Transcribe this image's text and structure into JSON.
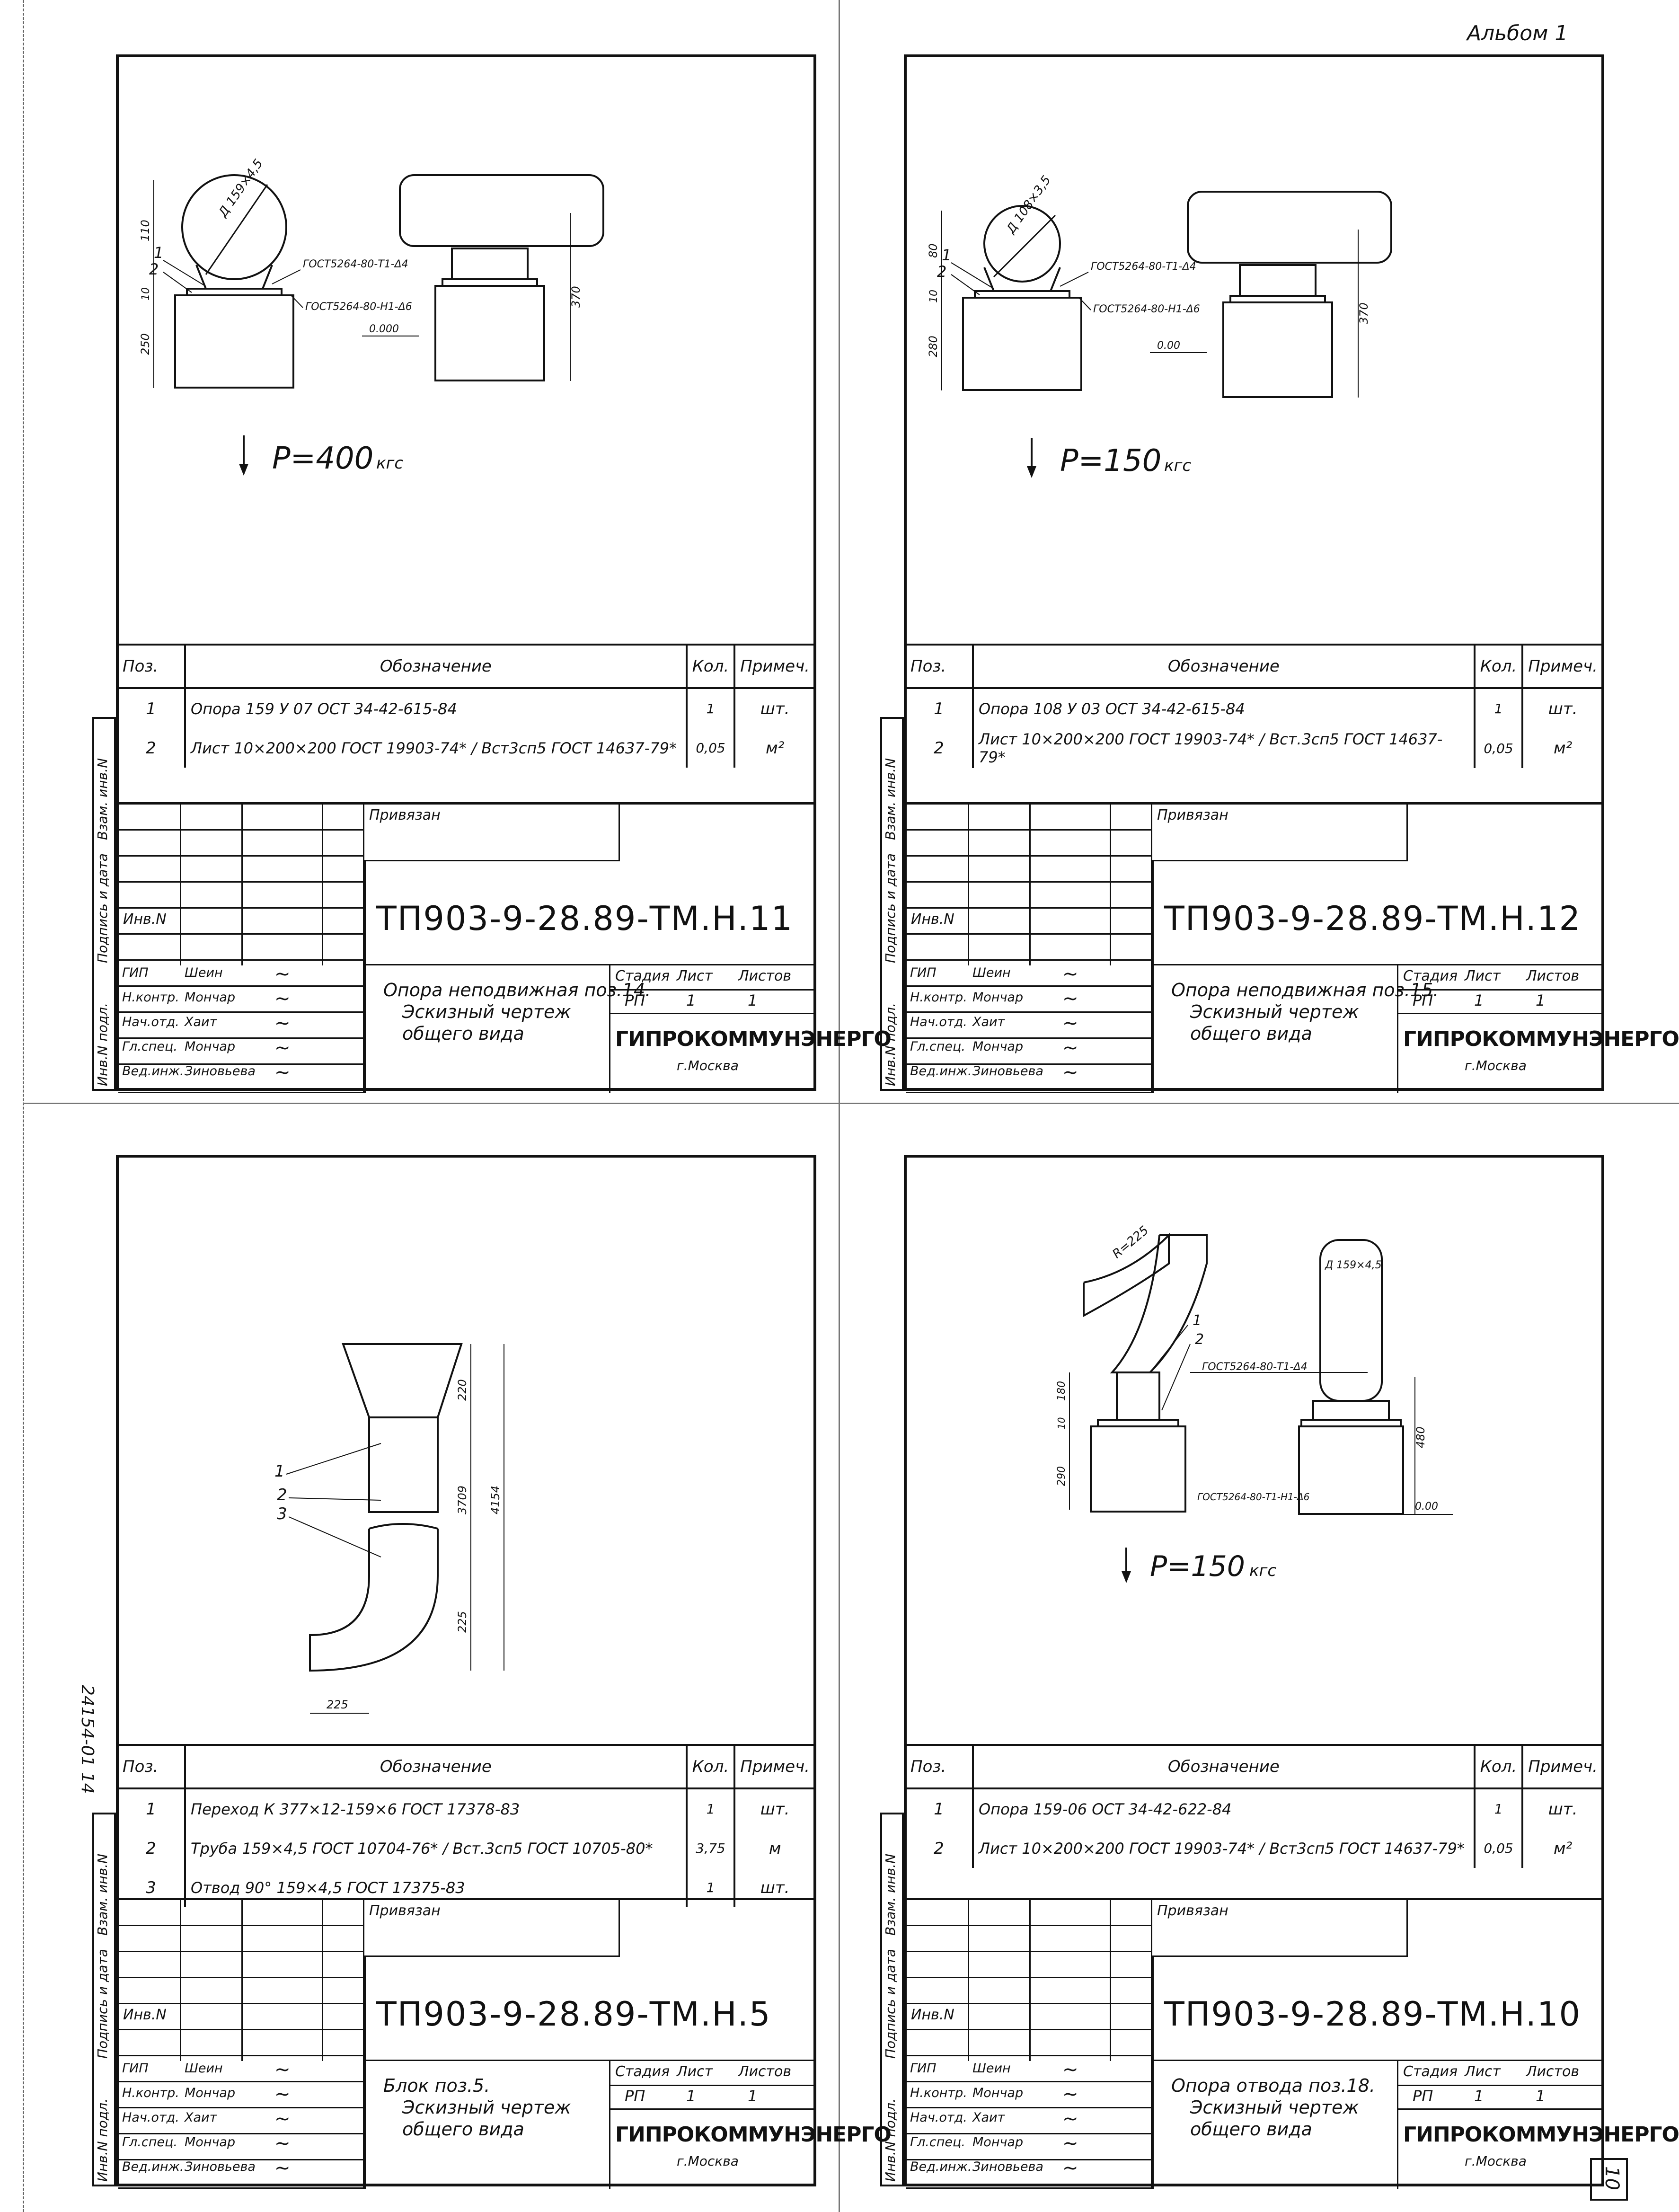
{
  "album_label": "Альбом 1",
  "page_number": "10",
  "archive_number": "24154-01  14",
  "common": {
    "pos_header": "Поз.",
    "designation_header": "Обозначение",
    "qty_header": "Кол.",
    "note_header": "Примеч.",
    "privyazan": "Привязан",
    "inv_no": "Инв.N",
    "stage_header": "Стадия",
    "sheet_header": "Лист",
    "sheets_header": "Листов",
    "stage": "РП",
    "sheet": "1",
    "sheets": "1",
    "org": "ГИПРОКОММУНЭНЕРГО",
    "city": "г.Москва",
    "side_labels": [
      "Инв.N подл.",
      "Подпись и дата",
      "Взам. инв.N"
    ],
    "roles": [
      "ГИП",
      "Н.контр.",
      "Нач.отд.",
      "Гл.спец.",
      "Вед.инж."
    ],
    "names": [
      "Шеин",
      "Мончар",
      "Хаит",
      "Мончар",
      "Зиновьева"
    ]
  },
  "sheets": [
    {
      "load": "P=400",
      "load_unit": "кгс",
      "pipe_label": "Д 159×4,5",
      "weld1": "ГОСТ5264-80-Т1-Δ4",
      "weld2": "ГОСТ5264-80-Н1-Δ6",
      "dims": [
        "110",
        "10",
        "250",
        "370",
        "0.000"
      ],
      "rows": [
        {
          "pos": "1",
          "designation": "Опора  159 У 07   ОСТ 34-42-615-84",
          "qty": "1",
          "note": "шт."
        },
        {
          "pos": "2",
          "designation": "Лист  10×200×200 ГОСТ 19903-74* / Вст3сп5 ГОСТ 14637-79*",
          "qty": "0,05",
          "note": "м²"
        }
      ],
      "code": "ТП903-9-28.89-ТМ.Н.11",
      "title_lines": [
        "Опора неподвижная поз.14.",
        "Эскизный чертеж",
        "общего вида"
      ]
    },
    {
      "load": "P=150",
      "load_unit": "кгс",
      "pipe_label": "Д 108×3,5",
      "weld1": "ГОСТ5264-80-Т1-Δ4",
      "weld2": "ГОСТ5264-80-Н1-Δ6",
      "dims": [
        "80",
        "10",
        "280",
        "370",
        "0.00"
      ],
      "rows": [
        {
          "pos": "1",
          "designation": "Опора  108 У 03  ОСТ 34-42-615-84",
          "qty": "1",
          "note": "шт."
        },
        {
          "pos": "2",
          "designation": "Лист  10×200×200 ГОСТ 19903-74* / Вст.3сп5 ГОСТ 14637-79*",
          "qty": "0,05",
          "note": "м²"
        }
      ],
      "code": "ТП903-9-28.89-ТМ.Н.12",
      "title_lines": [
        "Опора неподвижная поз.15.",
        "Эскизный чертеж",
        "общего вида"
      ]
    },
    {
      "dims": [
        "220",
        "3709",
        "4154",
        "225",
        "225"
      ],
      "rows": [
        {
          "pos": "1",
          "designation": "Переход  К 377×12-159×6  ГОСТ 17378-83",
          "qty": "1",
          "note": "шт."
        },
        {
          "pos": "2",
          "designation": "Труба  159×4,5 ГОСТ 10704-76* / Вст.3сп5 ГОСТ 10705-80*",
          "qty": "3,75",
          "note": "м"
        },
        {
          "pos": "3",
          "designation": "Отвод 90°  159×4,5  ГОСТ 17375-83",
          "qty": "1",
          "note": "шт."
        }
      ],
      "code": "ТП903-9-28.89-ТМ.Н.5",
      "title_lines": [
        "Блок поз.5.",
        "Эскизный чертеж",
        "общего вида"
      ]
    },
    {
      "load": "P=150",
      "load_unit": "кгс",
      "pipe_label": "Д 159×4,5",
      "radius": "R=225",
      "weld1": "ГОСТ5264-80-Т1-Δ4",
      "weld2": "ГОСТ5264-80-Т1-Н1-Δ6",
      "dims": [
        "180",
        "10",
        "290",
        "480",
        "0.00"
      ],
      "rows": [
        {
          "pos": "1",
          "designation": "Опора  159-06   ОСТ 34-42-622-84",
          "qty": "1",
          "note": "шт."
        },
        {
          "pos": "2",
          "designation": "Лист  10×200×200 ГОСТ 19903-74* / Вст3сп5 ГОСТ 14637-79*",
          "qty": "0,05",
          "note": "м²"
        }
      ],
      "code": "ТП903-9-28.89-ТМ.Н.10",
      "title_lines": [
        "Опора отвода поз.18.",
        "Эскизный чертеж",
        "общего вида"
      ]
    }
  ]
}
